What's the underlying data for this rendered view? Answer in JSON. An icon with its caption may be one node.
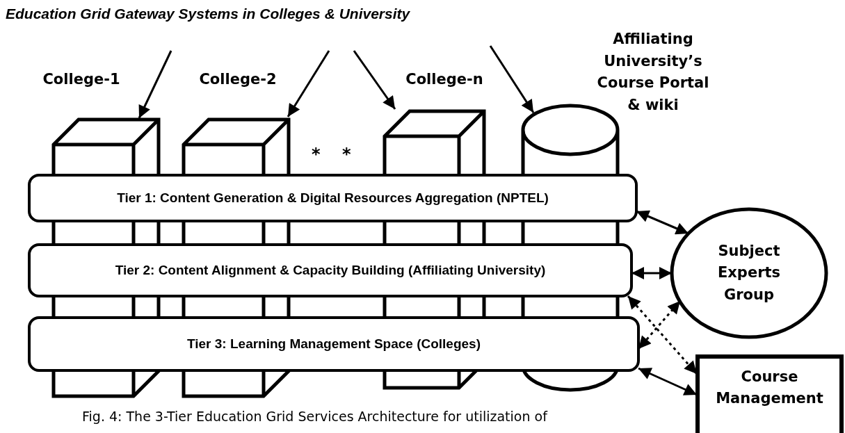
{
  "diagram": {
    "title": "Education Grid Gateway Systems in Colleges & University",
    "caption": "Fig. 4: The 3-Tier Education Grid Services Architecture for utilization of",
    "nodes": [
      {
        "text": [
          "College-1"
        ]
      },
      {
        "text": [
          "College-2"
        ]
      },
      {
        "text": [
          "College-n"
        ]
      },
      {
        "text": [
          "Affiliating University’s Course Portal & wiki"
        ]
      },
      {
        "text": [
          "Tier 1: Content Generation & Digital Resources Aggregation (NPTEL)"
        ]
      },
      {
        "text": [
          "Tier 2: Content Alignment & Capacity Building (Affiliating University)"
        ]
      },
      {
        "text": [
          "Tier 3: Learning Management Space (Colleges)"
        ]
      },
      {
        "text": [
          "Subject Experts Group"
        ]
      },
      {
        "text": [
          "Course Management"
        ]
      }
    ],
    "edges": [
      {
        "from": null,
        "to": 0,
        "arrow": "to"
      },
      {
        "from": null,
        "to": 1,
        "arrow": "to"
      },
      {
        "from": null,
        "to": 2,
        "arrow": "to"
      },
      {
        "from": null,
        "to": 3,
        "arrow": "to"
      },
      {
        "from": 4,
        "to": 7,
        "arrow": "both"
      },
      {
        "from": 5,
        "to": 7,
        "arrow": "both"
      },
      {
        "from": 5,
        "to": 8,
        "arrow": "both",
        "style": "dashed"
      },
      {
        "from": 6,
        "to": 7,
        "arrow": "both",
        "style": "dashed"
      },
      {
        "from": 6,
        "to": 8,
        "arrow": "both"
      }
    ],
    "labels": [
      "*",
      "*"
    ]
  }
}
